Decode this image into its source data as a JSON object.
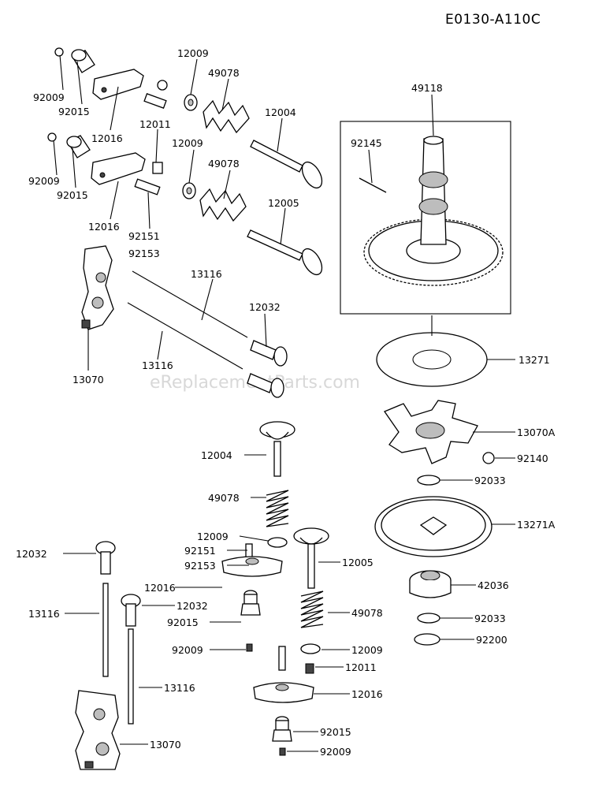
{
  "diagram_code": "E0130-A110C",
  "watermark": "eReplacementParts.com",
  "labels": [
    {
      "id": "l01",
      "text": "92009"
    },
    {
      "id": "l02",
      "text": "92015"
    },
    {
      "id": "l03",
      "text": "12016"
    },
    {
      "id": "l04",
      "text": "12009"
    },
    {
      "id": "l05",
      "text": "49078"
    },
    {
      "id": "l06",
      "text": "12011"
    },
    {
      "id": "l07",
      "text": "12004"
    },
    {
      "id": "l08",
      "text": "92009"
    },
    {
      "id": "l09",
      "text": "92015"
    },
    {
      "id": "l10",
      "text": "12016"
    },
    {
      "id": "l11",
      "text": "12009"
    },
    {
      "id": "l12",
      "text": "49078"
    },
    {
      "id": "l13",
      "text": "12005"
    },
    {
      "id": "l14",
      "text": "92151"
    },
    {
      "id": "l15",
      "text": "92153"
    },
    {
      "id": "l16",
      "text": "13116"
    },
    {
      "id": "l17",
      "text": "12032"
    },
    {
      "id": "l18",
      "text": "13116"
    },
    {
      "id": "l19",
      "text": "13070"
    },
    {
      "id": "l20",
      "text": "49118"
    },
    {
      "id": "l21",
      "text": "92145"
    },
    {
      "id": "l22",
      "text": "13271"
    },
    {
      "id": "l23",
      "text": "13070A"
    },
    {
      "id": "l24",
      "text": "92140"
    },
    {
      "id": "l25",
      "text": "92033"
    },
    {
      "id": "l26",
      "text": "13271A"
    },
    {
      "id": "l27",
      "text": "42036"
    },
    {
      "id": "l28",
      "text": "92033"
    },
    {
      "id": "l29",
      "text": "92200"
    },
    {
      "id": "l30",
      "text": "12004"
    },
    {
      "id": "l31",
      "text": "49078"
    },
    {
      "id": "l32",
      "text": "12009"
    },
    {
      "id": "l33",
      "text": "92151"
    },
    {
      "id": "l34",
      "text": "92153"
    },
    {
      "id": "l35",
      "text": "12005"
    },
    {
      "id": "l36",
      "text": "12032"
    },
    {
      "id": "l37",
      "text": "12016"
    },
    {
      "id": "l38",
      "text": "12032"
    },
    {
      "id": "l39",
      "text": "13116"
    },
    {
      "id": "l40",
      "text": "92015"
    },
    {
      "id": "l41",
      "text": "49078"
    },
    {
      "id": "l42",
      "text": "92009"
    },
    {
      "id": "l43",
      "text": "12009"
    },
    {
      "id": "l44",
      "text": "12011"
    },
    {
      "id": "l45",
      "text": "13116"
    },
    {
      "id": "l46",
      "text": "12016"
    },
    {
      "id": "l47",
      "text": "92015"
    },
    {
      "id": "l48",
      "text": "13070"
    },
    {
      "id": "l49",
      "text": "92009"
    }
  ]
}
